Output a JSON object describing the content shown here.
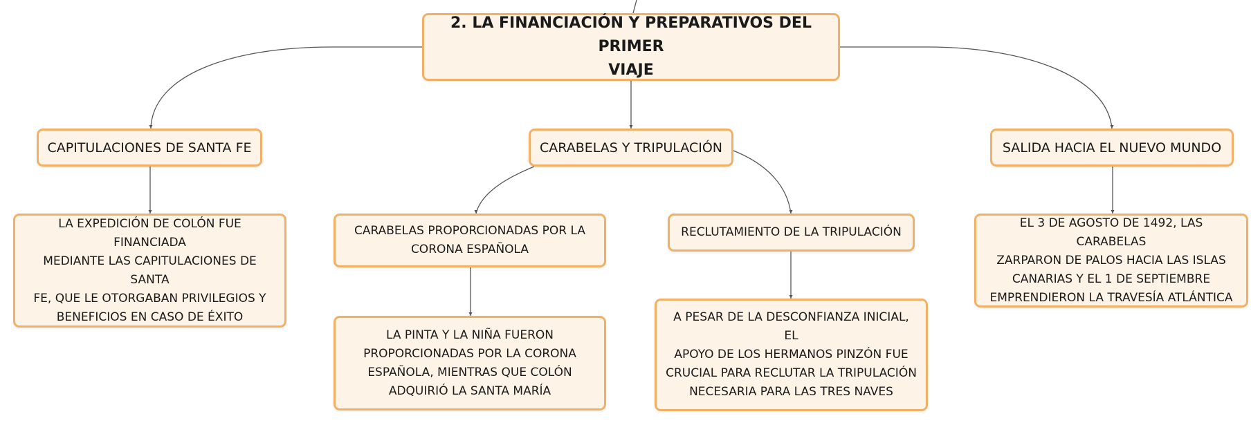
{
  "mindmap": {
    "root": {
      "title_line1": "2. LA FINANCIACIÓN Y PREPARATIVOS DEL PRIMER",
      "title_line2": "VIAJE"
    },
    "branches": {
      "capitulaciones": {
        "label": "CAPITULACIONES DE SANTA FE",
        "detail": [
          "LA EXPEDICIÓN DE COLÓN FUE FINANCIADA",
          "MEDIANTE LAS CAPITULACIONES DE SANTA",
          "FE, QUE LE OTORGABAN PRIVILEGIOS Y",
          "BENEFICIOS EN CASO DE ÉXITO"
        ]
      },
      "carabelas": {
        "label": "CARABELAS Y TRIPULACIÓN",
        "corona": {
          "label": [
            "CARABELAS PROPORCIONADAS POR LA",
            "CORONA ESPAÑOLA"
          ],
          "detail": [
            "LA PINTA Y LA NIÑA FUERON",
            "PROPORCIONADAS POR LA CORONA",
            "ESPAÑOLA, MIENTRAS QUE COLÓN",
            "ADQUIRIÓ LA SANTA MARÍA"
          ]
        },
        "reclutamiento": {
          "label": "RECLUTAMIENTO DE LA TRIPULACIÓN",
          "detail": [
            "A PESAR DE LA DESCONFIANZA INICIAL, EL",
            "APOYO DE LOS HERMANOS PINZÓN FUE",
            "CRUCIAL PARA RECLUTAR LA TRIPULACIÓN",
            "NECESARIA PARA LAS TRES NAVES"
          ]
        }
      },
      "salida": {
        "label": "SALIDA HACIA EL NUEVO MUNDO",
        "detail": [
          "EL 3 DE AGOSTO DE 1492, LAS CARABELAS",
          "ZARPARON DE PALOS HACIA LAS ISLAS",
          "CANARIAS Y EL 1 DE SEPTIEMBRE",
          "EMPRENDIERON LA TRAVESÍA ATLÁNTICA"
        ]
      }
    },
    "colors": {
      "node_fill": "#fdf3e6",
      "node_border": "#f2b066",
      "connector": "#555555",
      "text": "#1a1a1a"
    }
  }
}
